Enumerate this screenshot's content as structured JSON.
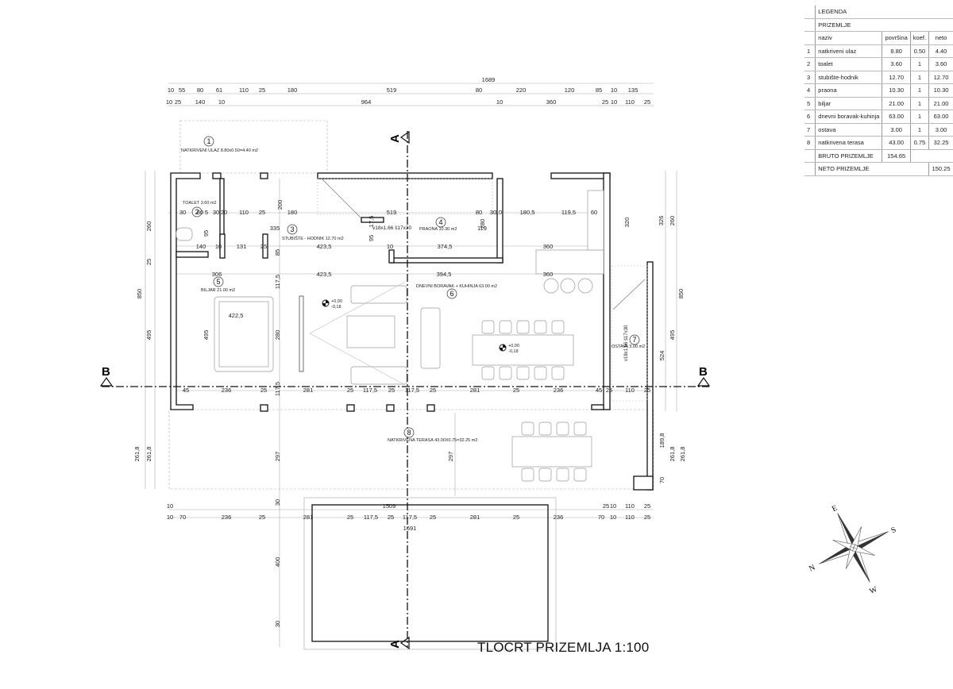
{
  "legend": {
    "title": "LEGENDA",
    "floor": "PRIZEMLJE",
    "headers": {
      "name": "naziv",
      "area": "površina",
      "coef": "koef.",
      "net": "neto"
    },
    "rows": [
      {
        "no": "1",
        "name": "natkriveni ulaz",
        "area": "8.80",
        "coef": "0.50",
        "net": "4.40"
      },
      {
        "no": "2",
        "name": "toalet",
        "area": "3.60",
        "coef": "1",
        "net": "3.60"
      },
      {
        "no": "3",
        "name": "stubište-hodnik",
        "area": "12.70",
        "coef": "1",
        "net": "12.70"
      },
      {
        "no": "4",
        "name": "praona",
        "area": "10.30",
        "coef": "1",
        "net": "10.30"
      },
      {
        "no": "5",
        "name": "biljar",
        "area": "21.00",
        "coef": "1",
        "net": "21.00"
      },
      {
        "no": "6",
        "name": "dnevni boravak-kuhinja",
        "area": "63.00",
        "coef": "1",
        "net": "63.00"
      },
      {
        "no": "7",
        "name": "ostava",
        "area": "3.00",
        "coef": "1",
        "net": "3.00"
      },
      {
        "no": "8",
        "name": "natkrivena terasa",
        "area": "43.00",
        "coef": "0.75",
        "net": "32.25"
      }
    ],
    "bruto_label": "BRUTO PRIZEMLJE",
    "bruto_value": "154.65",
    "neto_label": "NETO PRIZEMLJE",
    "neto_value": "150.25"
  },
  "rooms": [
    {
      "no": "1",
      "label": "NATKRIVENI ULAZ 8.80x0.50=4.40 m2"
    },
    {
      "no": "2",
      "label": "TOALET 3.60 m2"
    },
    {
      "no": "3",
      "label": "STUBIŠTE - HODNIK 12.70 m2"
    },
    {
      "no": "4",
      "label": "PRAONA 10.30 m2"
    },
    {
      "no": "5",
      "label": "BILJAR 21.00 m2"
    },
    {
      "no": "6",
      "label": "DNEVNI BORAVAK + KUHINJA 63.00 m2"
    },
    {
      "no": "7",
      "label": "OSTAVA 3.00 m2"
    },
    {
      "no": "8",
      "label": "NATKRIVENA TERASA 43.00X0.75=32.25 m2"
    }
  ],
  "stairs": {
    "main": "v18x1.66 š17x30",
    "side": "v18x1.66 š17x30"
  },
  "levels": [
    {
      "top": "+0,00",
      "bottom": "-0,18"
    },
    {
      "top": "+0,00",
      "bottom": "-0,18"
    }
  ],
  "sections": {
    "a": "A",
    "b": "B"
  },
  "dims": {
    "top_total": "1689",
    "top_row1": [
      "10",
      "55",
      "80",
      "61",
      "110",
      "25",
      "180",
      "519",
      "80",
      "220",
      "120",
      "85",
      "10",
      "135"
    ],
    "top_row2": [
      "10",
      "25",
      "140",
      "10",
      "964",
      "10",
      "360",
      "25",
      "10",
      "110",
      "25"
    ],
    "row_a": [
      "30",
      "80",
      "5",
      "30",
      "20",
      "110",
      "25",
      "180",
      "519",
      "80",
      "30",
      "10",
      "180,5",
      "119,5",
      "60"
    ],
    "row_b": [
      "335",
      "119"
    ],
    "row_c": [
      "140",
      "10",
      "131",
      "25",
      "423,5",
      "10",
      "374,5",
      "360"
    ],
    "row_d": [
      "306",
      "423,5",
      "394,5",
      "360"
    ],
    "pool_table": "422,5",
    "row_e": [
      "45",
      "236",
      "25",
      "281",
      "25",
      "117,5",
      "25",
      "117,5",
      "25",
      "281",
      "25",
      "236",
      "45",
      "25",
      "110",
      "25"
    ],
    "bottom_row1": [
      "10",
      "1509",
      "25",
      "10",
      "110",
      "25"
    ],
    "bottom_row2": [
      "10",
      "70",
      "236",
      "25",
      "281",
      "25",
      "117,5",
      "25",
      "117,5",
      "25",
      "281",
      "25",
      "236",
      "70",
      "10",
      "110",
      "25"
    ],
    "bottom_total": "1691",
    "vertical": [
      "850",
      "260",
      "495",
      "25",
      "850",
      "326",
      "260",
      "495",
      "320",
      "524",
      "261,8",
      "261,8",
      "189,8",
      "261,8",
      "261,8",
      "70",
      "495",
      "280",
      "117,5",
      "85",
      "200",
      "95",
      "95",
      "17,5",
      "297",
      "297",
      "400",
      "30",
      "30",
      "280",
      "117,5"
    ]
  },
  "compass": {
    "n": "N",
    "e": "E",
    "s": "S",
    "w": "W"
  },
  "title": "TLOCRT PRIZEMLJA 1:100"
}
